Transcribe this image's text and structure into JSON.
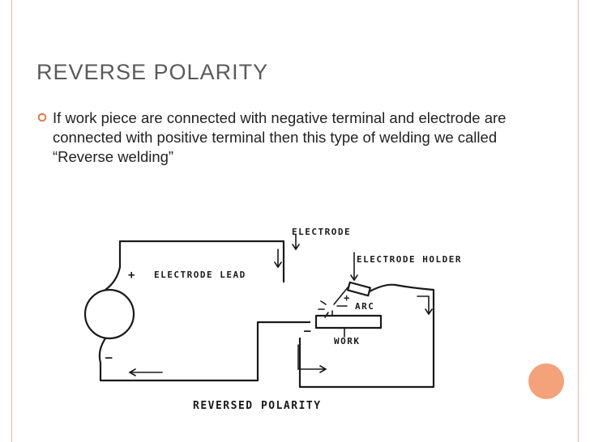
{
  "slide": {
    "title": "REVERSE  POLARITY",
    "bullet_text": "If  work piece are connected with negative terminal and electrode are connected with positive terminal then this type of welding we called “Reverse welding”",
    "accent_color": "#e8b9a8",
    "bullet_color": "#e07a4f"
  },
  "diagram": {
    "label_electrode": "ELECTRODE",
    "label_electrode_holder": "ELECTRODE HOLDER",
    "label_electrode_lead": "ELECTRODE LEAD",
    "label_arc": "ARC",
    "label_work": "WORK",
    "label_caption": "REVERSED POLARITY",
    "sign_plus_source": "+",
    "sign_minus_source": "–",
    "sign_plus_electrode": "+",
    "sign_minus_work": "–"
  }
}
